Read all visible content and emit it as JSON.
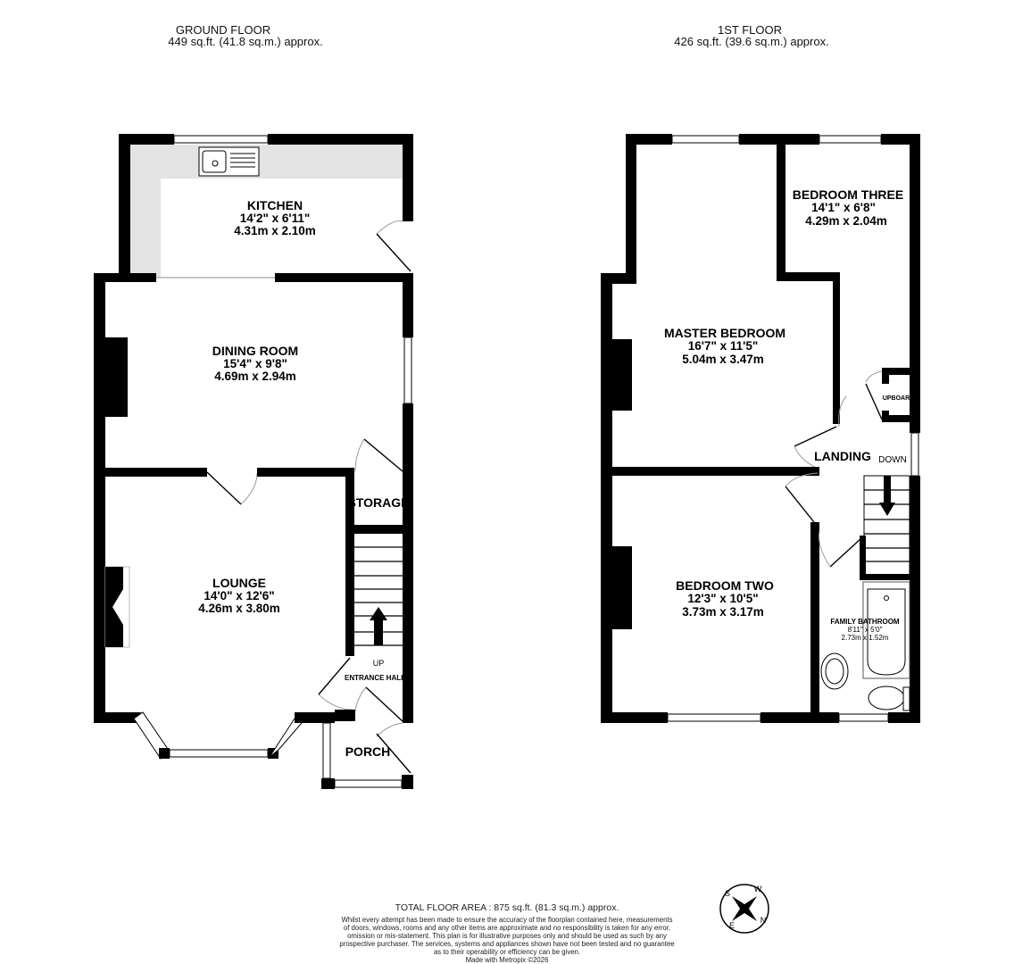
{
  "ground_floor": {
    "title": "GROUND FLOOR",
    "area": "449 sq.ft. (41.8 sq.m.) approx.",
    "rooms": [
      {
        "name": "KITCHEN",
        "imperial": "14'2\"  x 6'11\"",
        "metric": "4.31m  x 2.10m"
      },
      {
        "name": "DINING ROOM",
        "imperial": "15'4\"  x 9'8\"",
        "metric": "4.69m  x 2.94m"
      },
      {
        "name": "LOUNGE",
        "imperial": "14'0\"  x 12'6\"",
        "metric": "4.26m  x 3.80m"
      }
    ],
    "labels": {
      "storage": "STORAGE",
      "entrance_hall": "ENTRANCE HALL",
      "up": "UP",
      "porch": "PORCH"
    }
  },
  "first_floor": {
    "title": "1ST FLOOR",
    "area": "426 sq.ft. (39.6 sq.m.) approx.",
    "rooms": [
      {
        "name": "BEDROOM THREE",
        "imperial": "14'1\"  x 6'8\"",
        "metric": "4.29m  x 2.04m"
      },
      {
        "name": "MASTER BEDROOM",
        "imperial": "16'7\"  x 11'5\"",
        "metric": "5.04m  x 3.47m"
      },
      {
        "name": "BEDROOM TWO",
        "imperial": "12'3\"  x 10'5\"",
        "metric": "3.73m  x 3.17m"
      },
      {
        "name": "FAMILY BATHROOM",
        "imperial": "8'11\"  x 5'0\"",
        "metric": "2.73m  x 1.52m"
      }
    ],
    "labels": {
      "landing": "LANDING",
      "down": "DOWN",
      "cupboard": "CUPBOARD"
    }
  },
  "compass": {
    "letters": [
      "S",
      "W",
      "N",
      "E"
    ]
  },
  "footer": {
    "total": "TOTAL FLOOR AREA : 875 sq.ft. (81.3 sq.m.) approx.",
    "disclaimer": [
      "Whilst every attempt has been made to ensure the accuracy of the floorplan contained here, measurements",
      "of doors, windows, rooms and any other items are approximate and no responsibility is taken for any error,",
      "omission or mis-statement. This plan is for illustrative purposes only and should be used as such by any",
      "prospective purchaser. The services, systems and appliances shown have not been tested and no guarantee",
      "as to their operability or efficiency can be given."
    ],
    "credit": "Made with Metropix ©2026"
  }
}
